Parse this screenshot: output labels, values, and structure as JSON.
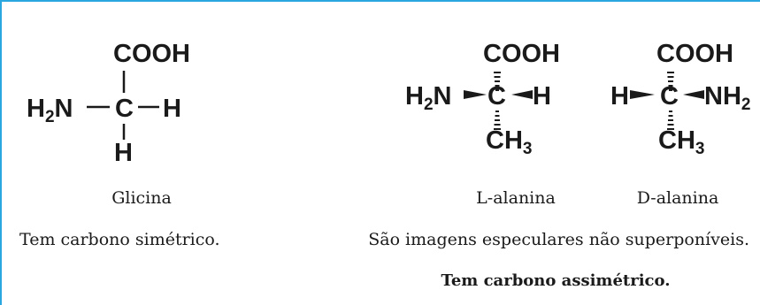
{
  "glycine": {
    "top": "COOH",
    "left": "H",
    "left_sub": "2",
    "left_tail": "N",
    "center": "C",
    "right": "H",
    "bottom": "H",
    "caption": "Glicina",
    "note": "Tem carbono simétrico."
  },
  "l_alanine": {
    "top": "COOH",
    "left": "H",
    "left_sub": "2",
    "left_tail": "N",
    "center": "C",
    "right": "H",
    "bottom": "CH",
    "bottom_sub": "3",
    "caption": "L-alanina"
  },
  "d_alanine": {
    "top": "COOH",
    "left": "H",
    "center": "C",
    "right": "NH",
    "right_sub": "2",
    "bottom": "CH",
    "bottom_sub": "3",
    "caption": "D-alanina"
  },
  "notes": {
    "mirror": "São imagens especulares não superponíveis.",
    "asymmetric": "Tem carbono assimétrico."
  },
  "colors": {
    "frame": "#2aa7de",
    "text": "#1a1a1a"
  }
}
